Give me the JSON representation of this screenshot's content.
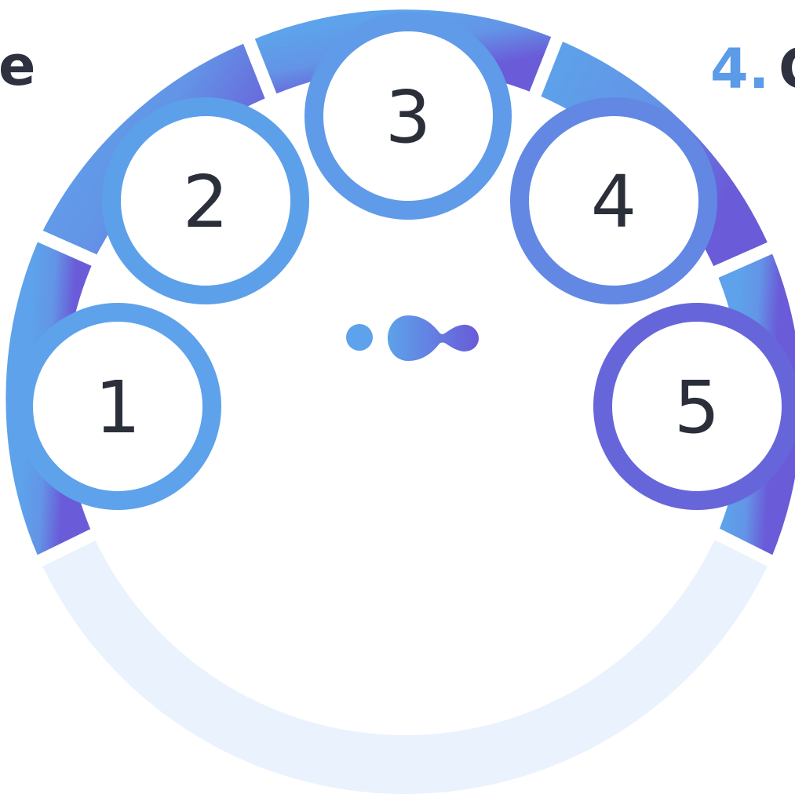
{
  "steps": [
    {
      "number": "1"
    },
    {
      "number": "2"
    },
    {
      "number": "3"
    },
    {
      "number": "4"
    },
    {
      "number": "5"
    }
  ],
  "edge_text": {
    "left_fragment": "e",
    "right_number": "4.",
    "right_fragment": "C"
  },
  "colors": {
    "gradient_start": "#5da2ea",
    "gradient_end": "#6a5bd8",
    "track": "#eaf2fd",
    "number_text": "#2b2f3a",
    "heading_text": "#2e3140",
    "accent_number": "#5b9be8"
  },
  "icons": [
    "connected-dots-logo-icon"
  ]
}
